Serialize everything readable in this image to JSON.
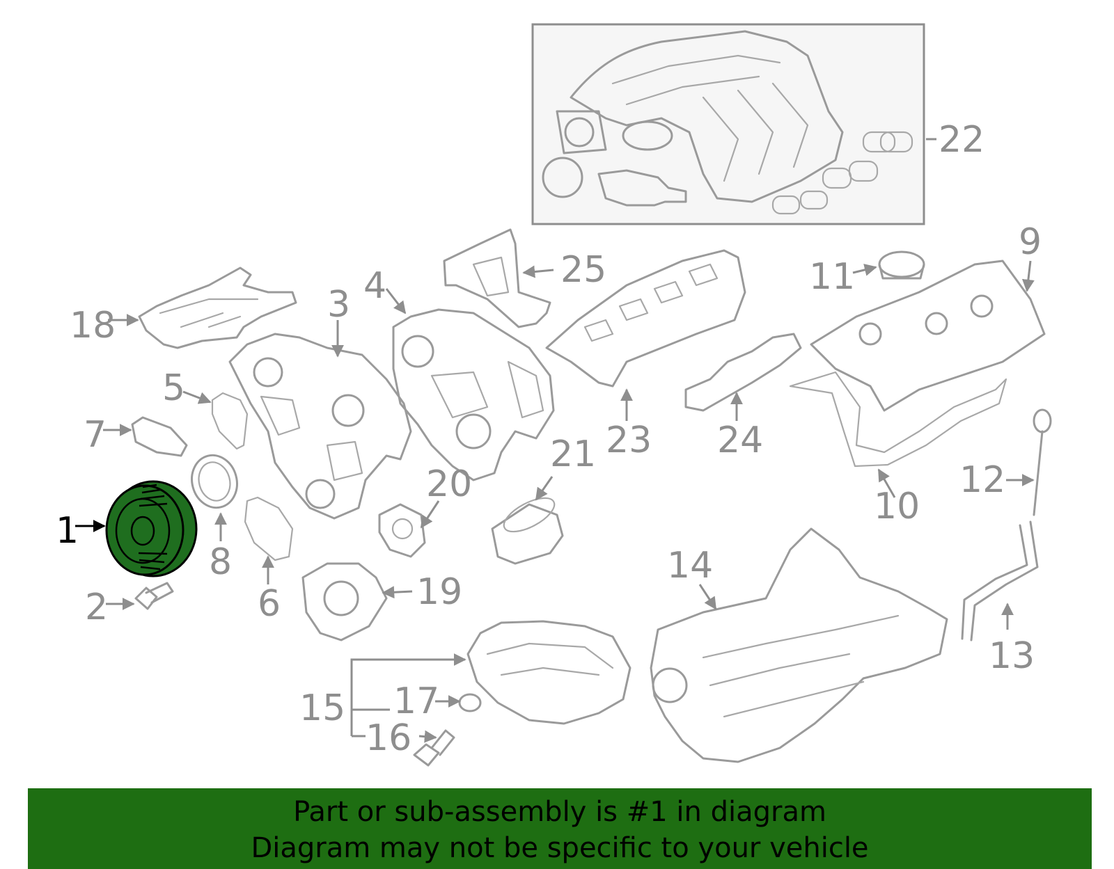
{
  "diagram": {
    "highlighted_part": "1",
    "highlight_color": "#1f6e1f",
    "banner_color": "#1e6e12",
    "callouts": {
      "c1": "1",
      "c2": "2",
      "c3": "3",
      "c4": "4",
      "c5": "5",
      "c6": "6",
      "c7": "7",
      "c8": "8",
      "c9": "9",
      "c10": "10",
      "c11": "11",
      "c12": "12",
      "c13": "13",
      "c14": "14",
      "c15": "15",
      "c16": "16",
      "c17": "17",
      "c18": "18",
      "c19": "19",
      "c20": "20",
      "c21": "21",
      "c22": "22",
      "c23": "23",
      "c24": "24",
      "c25": "25"
    }
  },
  "banner": {
    "line1": "Part or sub-assembly is #1 in diagram",
    "line2": "Diagram may not be specific to your vehicle"
  }
}
